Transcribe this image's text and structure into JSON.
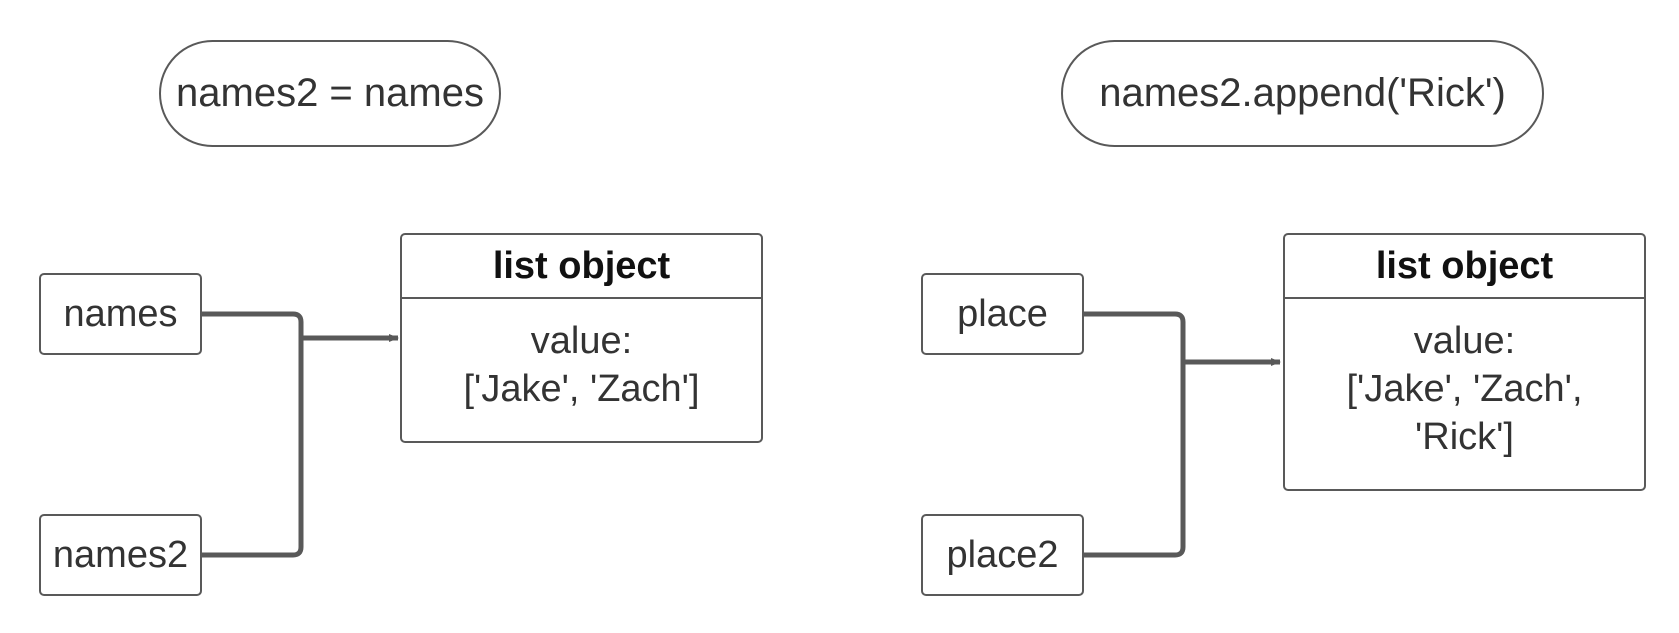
{
  "left": {
    "operation": "names2 = names",
    "var_top": "names",
    "var_bottom": "names2",
    "object": {
      "header": "list object",
      "value_label": "value:",
      "value_lines": [
        "['Jake', 'Zach']"
      ]
    }
  },
  "right": {
    "operation": "names2.append('Rick')",
    "var_top": "place",
    "var_bottom": "place2",
    "object": {
      "header": "list object",
      "value_label": "value:",
      "value_lines": [
        "['Jake', 'Zach',",
        "'Rick']"
      ]
    }
  },
  "colors": {
    "stroke": "#595959",
    "text": "#333333",
    "header_text": "#111111"
  }
}
